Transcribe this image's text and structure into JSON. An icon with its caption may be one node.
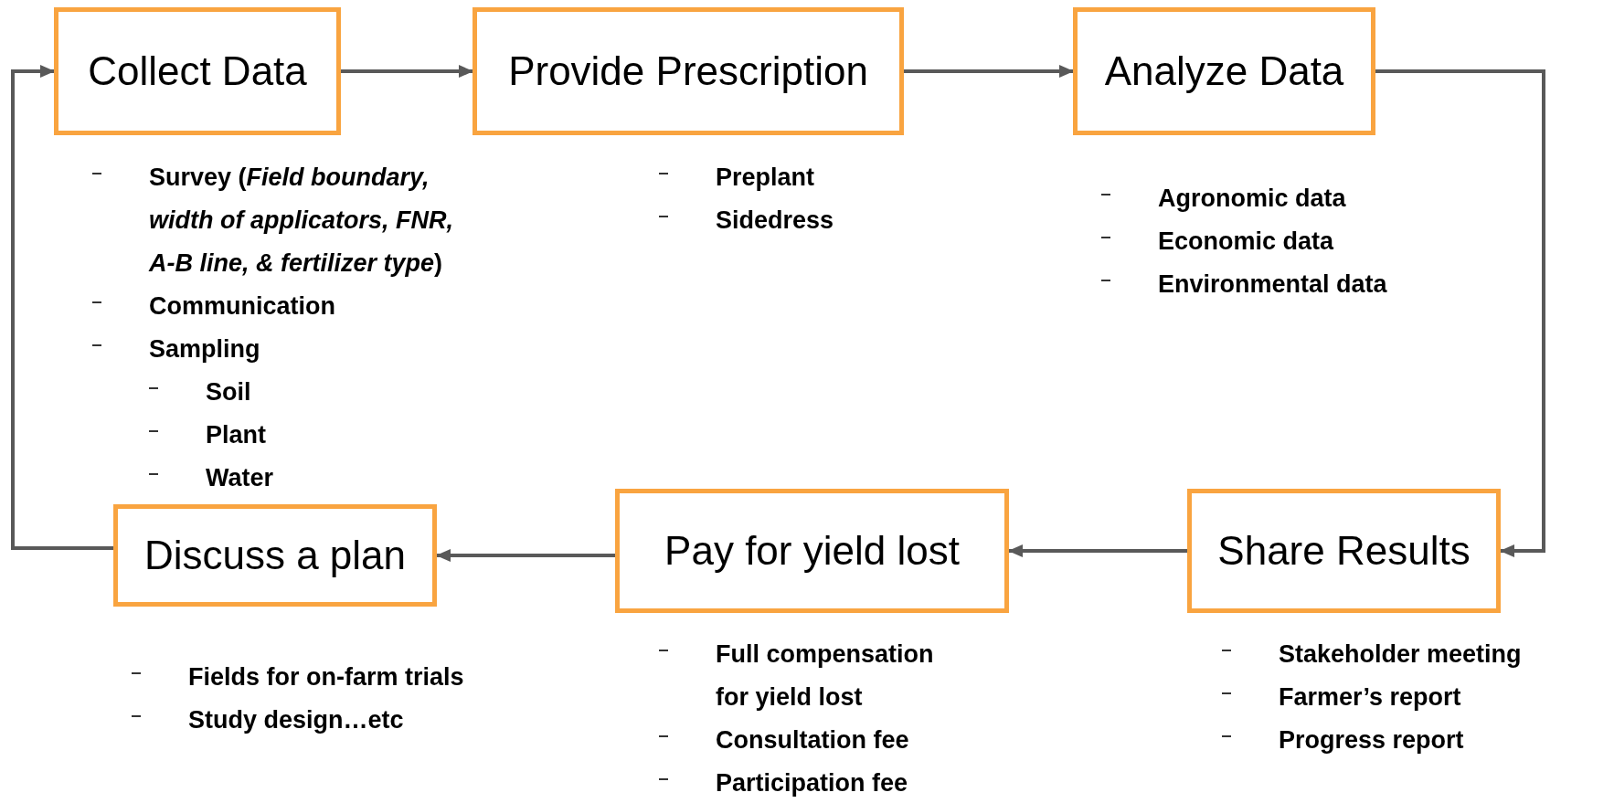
{
  "diagram": {
    "nodes": [
      {
        "text": [
          "Collect Data"
        ],
        "beside": [
          "Survey (*Field boundary, width of applicators, FNR, A-B line, & fertilizer type*)",
          "Communication",
          "Sampling",
          "Soil",
          "Plant",
          "Water"
        ]
      },
      {
        "text": [
          "Provide Prescription"
        ],
        "beside": [
          "Preplant",
          "Sidedress"
        ]
      },
      {
        "text": [
          "Analyze Data"
        ],
        "beside": [
          "Agronomic data",
          "Economic data",
          "Environmental data"
        ]
      },
      {
        "text": [
          "Share Results"
        ],
        "beside": [
          "Stakeholder meeting",
          "Farmer’s report",
          "Progress report"
        ]
      },
      {
        "text": [
          "Pay for yield lost"
        ],
        "beside": [
          "Full compensation for yield lost",
          "Consultation fee",
          "Participation fee"
        ]
      },
      {
        "text": [
          "Discuss a plan"
        ],
        "beside": [
          "Fields for on-farm trials",
          "Study design…etc"
        ]
      }
    ],
    "edges": [
      {
        "from": 0,
        "to": 1,
        "arrow": "to"
      },
      {
        "from": 1,
        "to": 2,
        "arrow": "to"
      },
      {
        "from": 2,
        "to": 3,
        "arrow": "to"
      },
      {
        "from": 3,
        "to": 4,
        "arrow": "to"
      },
      {
        "from": 4,
        "to": 5,
        "arrow": "to"
      },
      {
        "from": 5,
        "to": 0,
        "arrow": "to"
      }
    ]
  }
}
